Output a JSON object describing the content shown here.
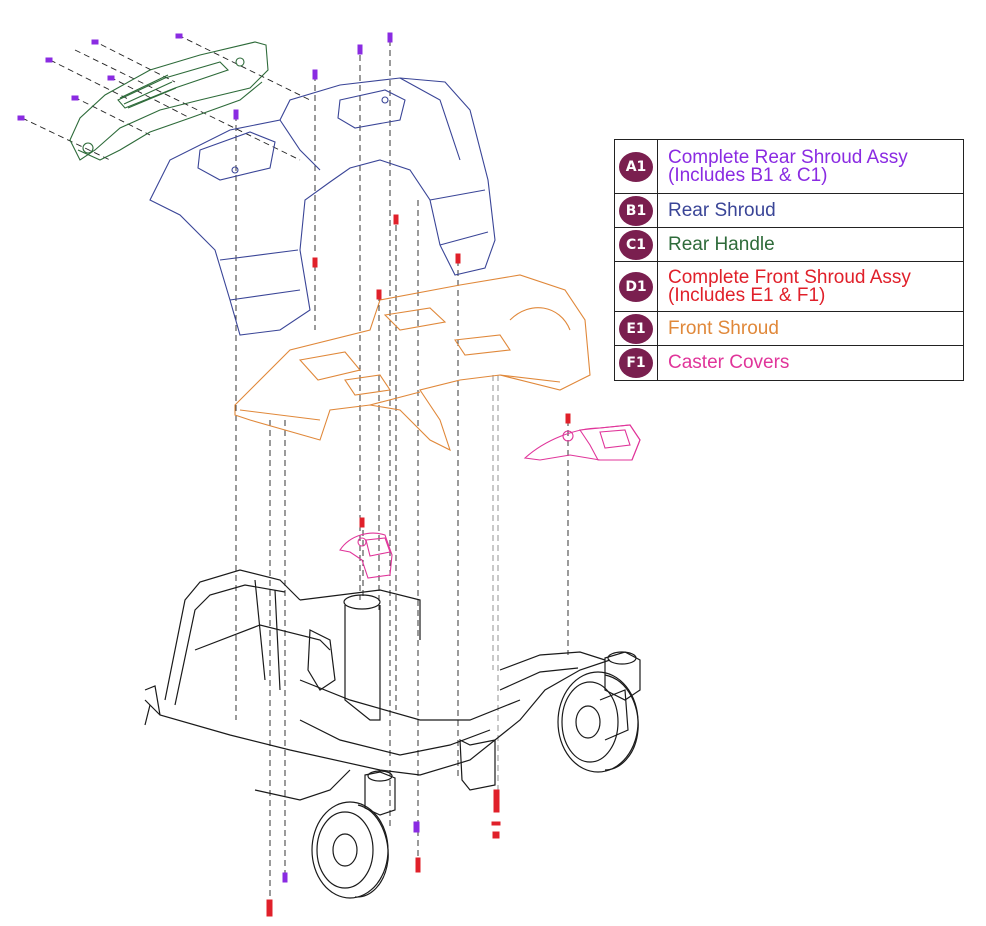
{
  "legend": [
    {
      "badge": "A1",
      "lines": [
        "Complete Rear Shroud Assy",
        "(Includes B1 & C1)"
      ],
      "color": "#8a2be2"
    },
    {
      "badge": "B1",
      "lines": [
        "Rear Shroud"
      ],
      "color": "#3a4597"
    },
    {
      "badge": "C1",
      "lines": [
        "Rear Handle"
      ],
      "color": "#2e6b3a"
    },
    {
      "badge": "D1",
      "lines": [
        "Complete Front Shroud Assy",
        "(Includes E1 & F1)"
      ],
      "color": "#e0202a"
    },
    {
      "badge": "E1",
      "lines": [
        "Front Shroud"
      ],
      "color": "#e0883a"
    },
    {
      "badge": "F1",
      "lines": [
        "Caster Covers"
      ],
      "color": "#e0359a"
    }
  ],
  "colors": {
    "badge": "#7a1f4f",
    "rear_shroud": "#3a4597",
    "rear_handle": "#2e6b3a",
    "front_shroud": "#e0883a",
    "caster_covers": "#e0359a",
    "screws_purple": "#8a2be2",
    "screws_red": "#e0202a",
    "frame": "#1a1a1a"
  }
}
